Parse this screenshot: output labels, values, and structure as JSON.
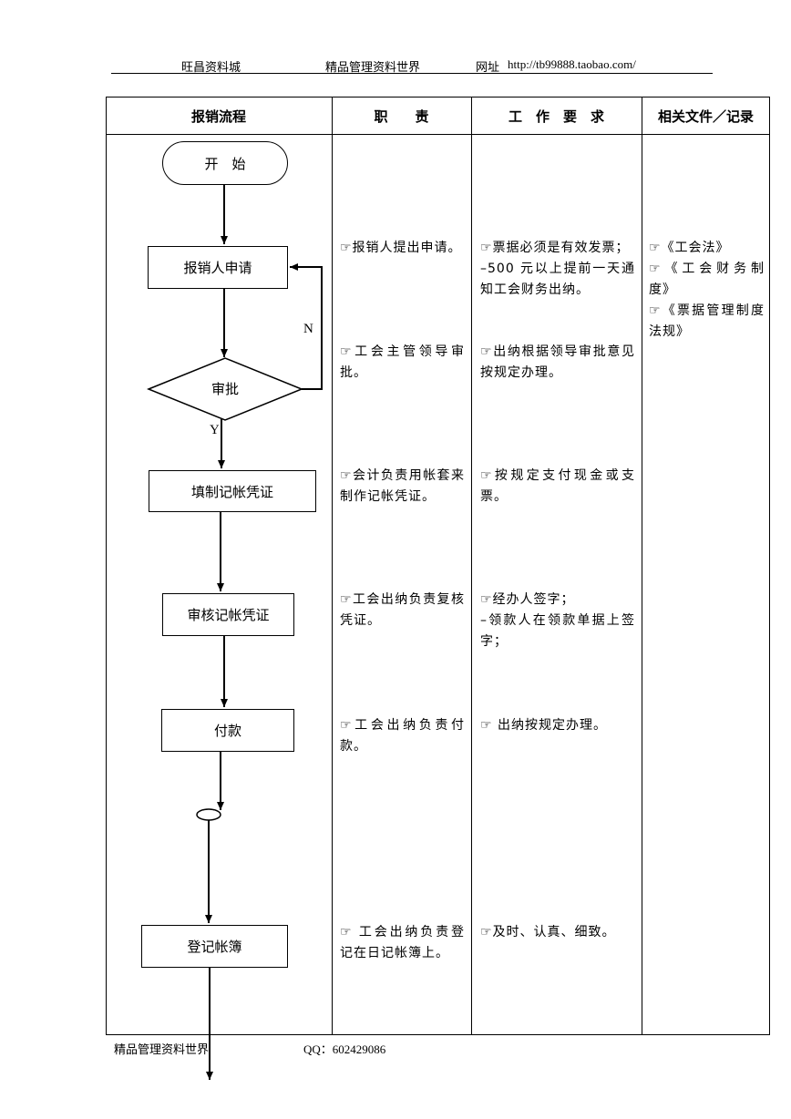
{
  "header": {
    "left": "旺昌资料城",
    "center": "精品管理资料世界",
    "site_label": "网址",
    "site_url": "http://tb99888.taobao.com/"
  },
  "table": {
    "headers": [
      "报销流程",
      "职　　责",
      "工　作　要　求",
      "相关文件／记录"
    ]
  },
  "flow": {
    "start": "开　始",
    "steps": [
      "报销人申请",
      "审批",
      "填制记帐凭证",
      "审核记帐凭证",
      "付款",
      "登记帐簿"
    ],
    "no_label": "N",
    "yes_label": "Y"
  },
  "duties": [
    "☞报销人提出申请。",
    "☞工会主管领导审批。",
    "☞会计负责用帐套来制作记帐凭证。",
    "☞工会出纳负责复核凭证。",
    "☞工会出纳负责付款。",
    "☞ 工会出纳负责登记在日记帐簿上。"
  ],
  "requirements": [
    "☞票据必须是有效发票；\n–500 元以上提前一天通知工会财务出纳。",
    "☞出纳根据领导审批意见按规定办理。",
    "☞按规定支付现金或支票。",
    "☞经办人签字；\n–领款人在领款单据上签字；",
    "☞  出纳按规定办理。",
    "☞及时、认真、细致。"
  ],
  "related_docs": "☞《工会法》\n☞《工会财务制度》\n☞《票据管理制度法规》",
  "footer": {
    "left": "精品管理资料世界",
    "qq": "QQ：602429086"
  }
}
